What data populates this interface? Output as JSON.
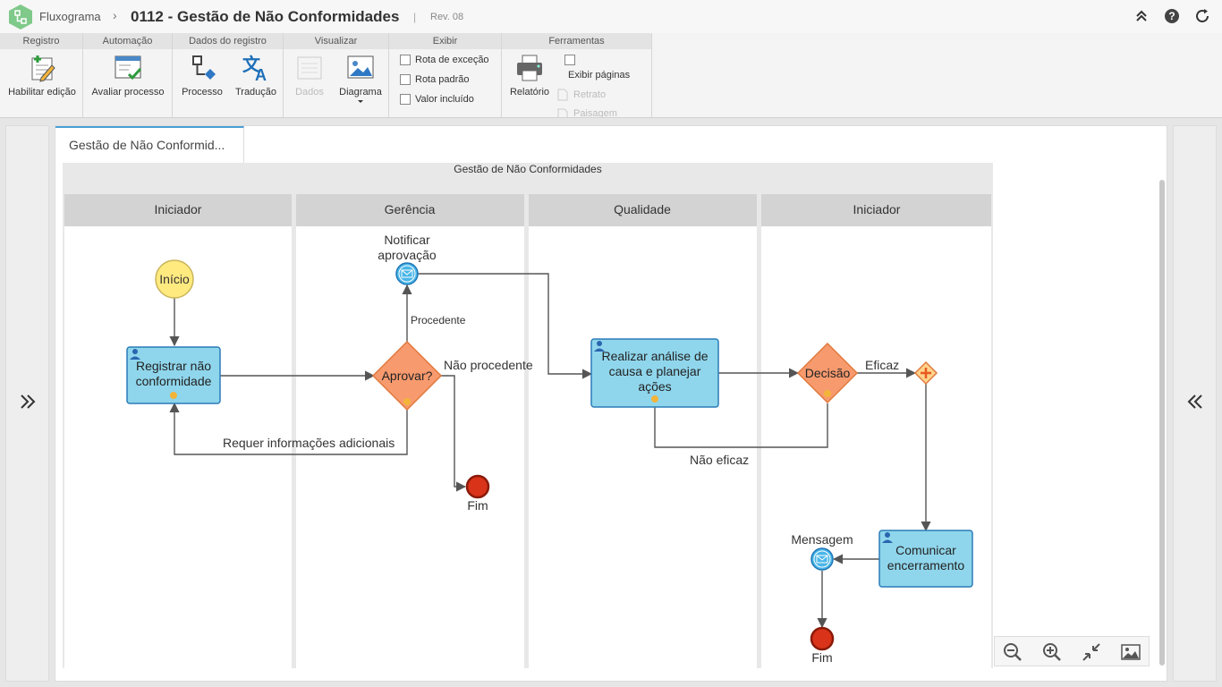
{
  "header": {
    "app": "Fluxograma",
    "separator": "›",
    "title": "0112 - Gestão de Não Conformidades",
    "title_separator": "|",
    "revision": "Rev. 08",
    "icons": [
      "chevrons-up-icon",
      "help-icon",
      "refresh-icon"
    ]
  },
  "ribbon": {
    "groups": {
      "registro": "Registro",
      "automacao": "Automação",
      "dados_registro": "Dados do registro",
      "visualizar": "Visualizar",
      "exibir": "Exibir",
      "ferramentas": "Ferramentas"
    },
    "buttons": {
      "habilitar": "Habilitar edição",
      "avaliar": "Avaliar processo",
      "processo": "Processo",
      "traducao": "Tradução",
      "dados": "Dados",
      "diagrama": "Diagrama",
      "relatorio": "Relatório"
    },
    "checkboxes": {
      "rota_excecao": "Rota de exceção",
      "rota_padrao": "Rota padrão",
      "valor_incluido": "Valor incluído",
      "exibir_paginas": "Exibir páginas",
      "retrato": "Retrato",
      "paisagem": "Paisagem"
    }
  },
  "tab": {
    "label": "Gestão de Não Conformid..."
  },
  "diagram": {
    "pool_title": "Gestão de Não Conformidades",
    "lanes": [
      "Iniciador",
      "Gerência",
      "Qualidade",
      "Iniciador"
    ],
    "nodes": {
      "inicio": "Início",
      "registrar": [
        "Registrar não",
        "conformidade"
      ],
      "notificar": [
        "Notificar",
        "aprovação"
      ],
      "aprovar": "Aprovar?",
      "fim1": "Fim",
      "realizar": [
        "Realizar análise de",
        "causa e planejar",
        "ações"
      ],
      "decisao": "Decisão",
      "comunicar": [
        "Comunicar",
        "encerramento"
      ],
      "mensagem": "Mensagem",
      "fim2": "Fim"
    },
    "flows": {
      "procedente": "Procedente",
      "nao_procedente": "Não procedente",
      "requer_info": "Requer informações adicionais",
      "eficaz": "Eficaz",
      "nao_eficaz": "Não eficaz"
    }
  },
  "colors": {
    "task_fill": "#8fd6ec",
    "task_stroke": "#2a7cb8",
    "gateway_fill": "#f79a6e",
    "start_fill": "#ffea80",
    "end_fill": "#d9331a",
    "lane_header": "#d3d3d3",
    "accent": "#4b9fd6"
  }
}
